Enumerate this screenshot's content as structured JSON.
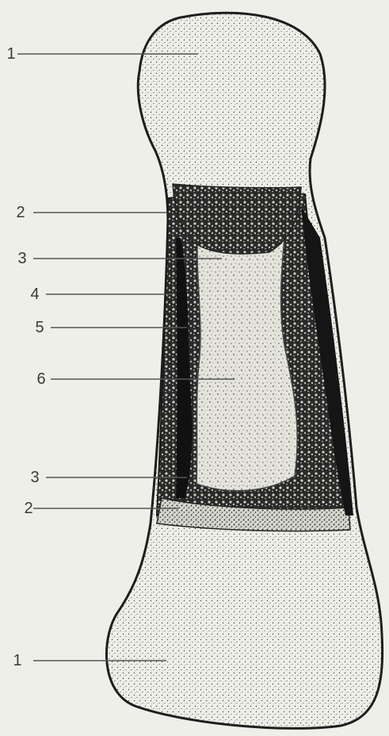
{
  "figure": {
    "labels": [
      {
        "id": "top-epiphysis",
        "text": "1"
      },
      {
        "id": "upper-growth-plate",
        "text": "2"
      },
      {
        "id": "upper-metaphysis",
        "text": "3"
      },
      {
        "id": "cortex",
        "text": "4"
      },
      {
        "id": "medullary-cavity",
        "text": "5"
      },
      {
        "id": "diaphysis-center",
        "text": "6"
      },
      {
        "id": "lower-metaphysis",
        "text": "3"
      },
      {
        "id": "lower-growth-plate",
        "text": "2"
      },
      {
        "id": "bottom-epiphysis",
        "text": "1"
      }
    ],
    "colors": {
      "background": "#efefe9",
      "ink": "#1e1e1e",
      "leader": "#555555"
    }
  }
}
